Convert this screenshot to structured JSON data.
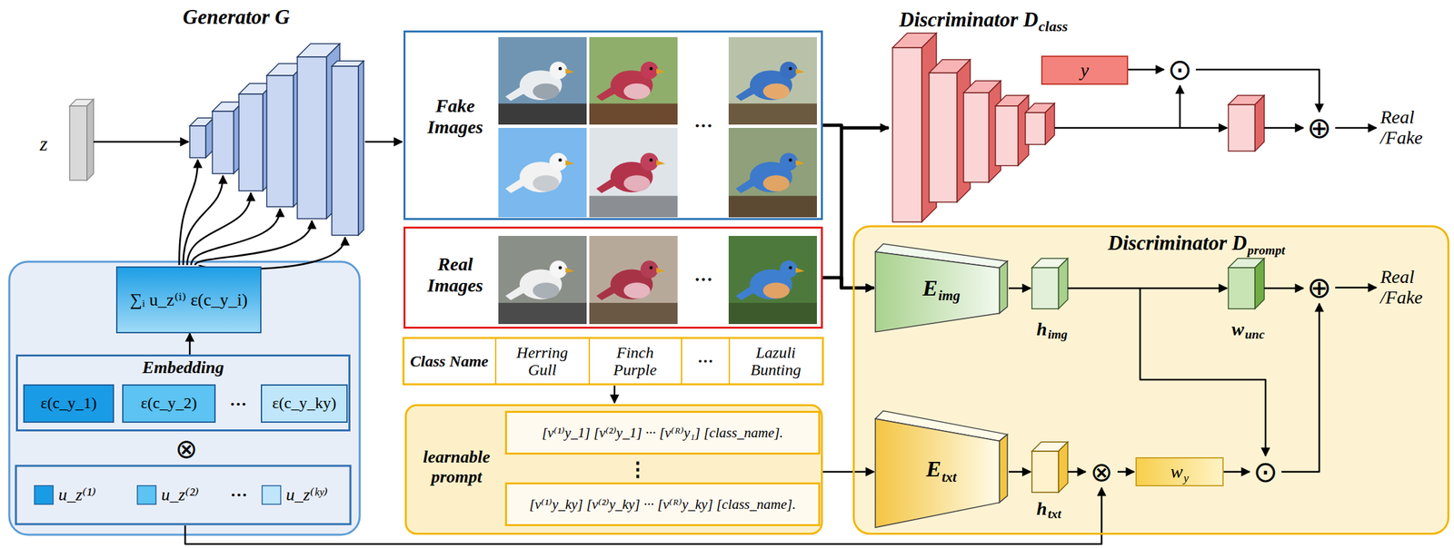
{
  "diagram": {
    "nodes": [
      {
        "text": [
          "Fake Images"
        ]
      },
      {
        "text": [
          "Real Images"
        ]
      },
      {
        "text": [
          "y"
        ]
      },
      {
        "text": [
          "∑ᵢ u_z⁽ⁱ⁾ ε(c_y_i)"
        ]
      },
      {
        "text": [
          "Embedding"
        ]
      },
      {
        "text": [
          "ε(c_y_1)"
        ],
        "in": 4
      },
      {
        "text": [
          "ε(c_y_2)"
        ],
        "in": 4
      },
      {
        "text": [
          "ε(c_y_ky)"
        ],
        "in": 4
      },
      {
        "text": [
          "learnable prompt"
        ]
      },
      {
        "text": [
          "[v⁽¹⁾y_1] [v⁽²⁾y_1] ··· [v⁽ᴿ⁾y₁] [class_name]."
        ],
        "in": 8
      },
      {
        "text": [
          "[v⁽¹⁾y_ky] [v⁽²⁾y_ky] ··· [v⁽ᴿ⁾y_ky] [class_name]."
        ],
        "in": 8
      },
      {
        "text": [
          "Discriminator D",
          "prompt"
        ]
      },
      {
        "text": [
          "E",
          "img"
        ],
        "in": 11
      },
      {
        "text": [
          "E",
          "txt"
        ],
        "in": 11
      },
      {
        "text": [
          "w",
          "y"
        ],
        "in": 11
      }
    ],
    "edges": [
      {
        "from": 4,
        "to": 3,
        "arrow": "to"
      },
      {
        "from": 0,
        "to": 12,
        "arrow": "to"
      },
      {
        "from": 1,
        "to": 12,
        "arrow": "to"
      },
      {
        "from": 8,
        "to": 13,
        "arrow": "to"
      }
    ],
    "labels": [
      "Generator G",
      "z",
      "Discriminator D",
      "class",
      "Real /Fake",
      "⊙",
      "⊕",
      "···",
      "···",
      "Class Name",
      "Herring Gull",
      "Finch Purple",
      "···",
      "Lazuli Bunting",
      "⋮",
      "···",
      "⊗",
      "u_z⁽¹⁾",
      "u_z⁽²⁾",
      "···",
      "u_z⁽ᵏʸ⁾",
      "h",
      "img",
      "w",
      "unc",
      "⊕",
      "Real /Fake",
      "h",
      "txt",
      "⊗",
      "⊙"
    ]
  }
}
